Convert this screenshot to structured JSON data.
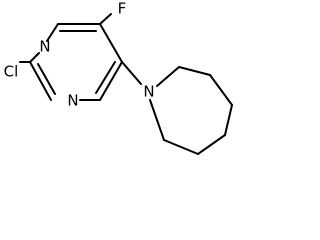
{
  "molecule": {
    "atoms": {
      "fluorine": "F",
      "chlorine": "Cl",
      "n_pyrimidine_upper": "N",
      "n_pyrimidine_lower": "N",
      "n_azepane": "N"
    },
    "colors": {
      "bond": "#000000",
      "label": "#000000",
      "background": "#ffffff"
    }
  }
}
